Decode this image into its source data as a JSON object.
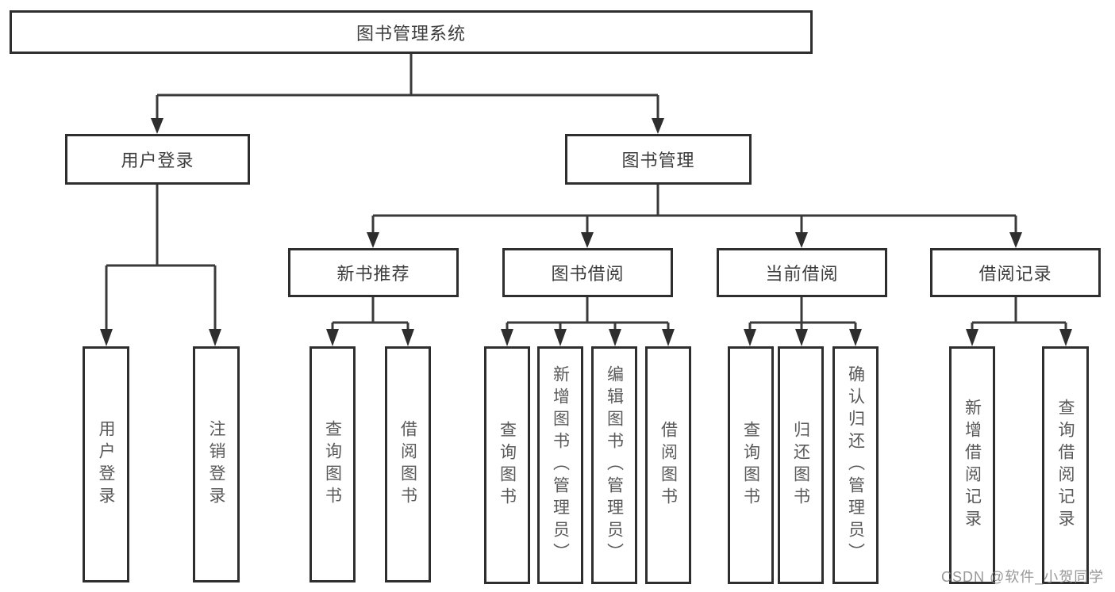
{
  "diagram": {
    "watermark": "CSDN @软件_小贺同学",
    "colors": {
      "line": "#3a3a3a",
      "box_border": "#2e2e2e",
      "header_text": "#3d3d3d",
      "leaf_text": "#595959",
      "watermark_text": "#868686"
    },
    "tree": {
      "root": {
        "label": "图书管理系统",
        "children": [
          {
            "label": "用户登录",
            "children": [
              {
                "label": "用户登录"
              },
              {
                "label": "注销登录"
              }
            ]
          },
          {
            "label": "图书管理",
            "children": [
              {
                "label": "新书推荐",
                "children": [
                  {
                    "label": "查询图书"
                  },
                  {
                    "label": "借阅图书"
                  }
                ]
              },
              {
                "label": "图书借阅",
                "children": [
                  {
                    "label": "查询图书"
                  },
                  {
                    "label": "新增图书（管理员）"
                  },
                  {
                    "label": "编辑图书（管理员）"
                  },
                  {
                    "label": "借阅图书"
                  }
                ]
              },
              {
                "label": "当前借阅",
                "children": [
                  {
                    "label": "查询图书"
                  },
                  {
                    "label": "归还图书"
                  },
                  {
                    "label": "确认归还（管理员）"
                  }
                ]
              },
              {
                "label": "借阅记录",
                "children": [
                  {
                    "label": "新增借阅记录"
                  },
                  {
                    "label": "查询借阅记录"
                  }
                ]
              }
            ]
          }
        ]
      }
    }
  }
}
